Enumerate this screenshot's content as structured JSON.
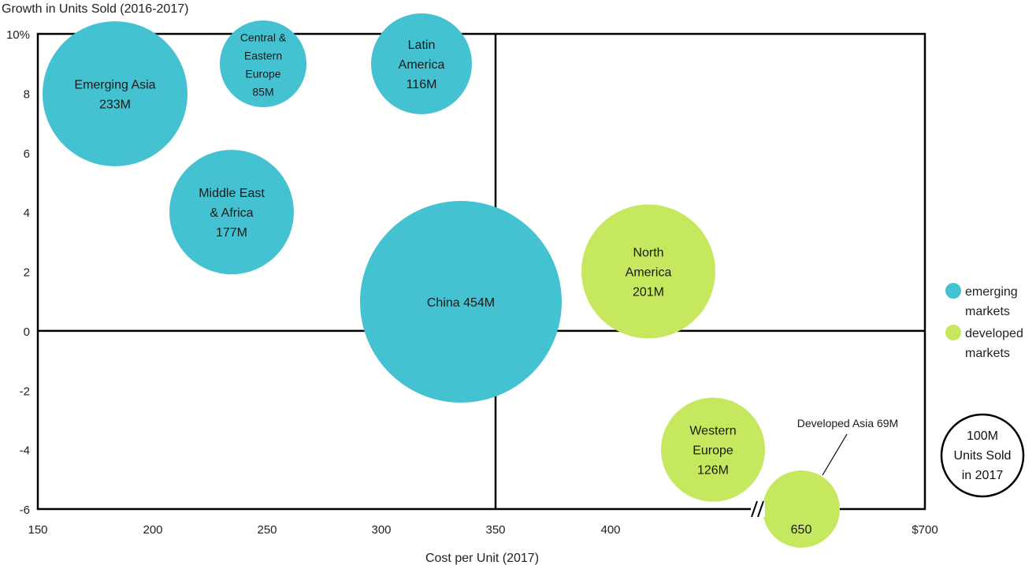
{
  "chart_data": {
    "type": "bubble",
    "y_axis_title": "Growth in Units Sold (2016-2017)",
    "x_axis_title": "Cost per Unit (2017)",
    "x_ticks": [
      "150",
      "200",
      "250",
      "300",
      "350",
      "400",
      "650",
      "$700"
    ],
    "y_ticks": [
      "10%",
      "8",
      "6",
      "4",
      "2",
      "0",
      "-2",
      "-4",
      "-6"
    ],
    "ylim": [
      -6,
      10
    ],
    "x_axis_break": true,
    "colors": {
      "emerging": "#45c2d1",
      "developed": "#c6e85e"
    },
    "bubbles": [
      {
        "name": "Emerging Asia",
        "label_lines": [
          "Emerging Asia",
          "233M"
        ],
        "cost": 182,
        "growth": 8,
        "units_m": 233,
        "group": "emerging"
      },
      {
        "name": "Central & Eastern Europe",
        "label_lines": [
          "Central &",
          "Eastern",
          "Europe",
          "85M"
        ],
        "cost": 249,
        "growth": 9,
        "units_m": 85,
        "group": "emerging"
      },
      {
        "name": "Latin America",
        "label_lines": [
          "Latin",
          "America",
          "116M"
        ],
        "cost": 318,
        "growth": 9,
        "units_m": 116,
        "group": "emerging"
      },
      {
        "name": "Middle East & Africa",
        "label_lines": [
          "Middle East",
          "& Africa",
          "177M"
        ],
        "cost": 235,
        "growth": 4,
        "units_m": 177,
        "group": "emerging"
      },
      {
        "name": "China",
        "label_lines": [
          "China  454M"
        ],
        "cost": 335,
        "growth": 1,
        "units_m": 454,
        "group": "emerging"
      },
      {
        "name": "North America",
        "label_lines": [
          "North",
          "America",
          "201M"
        ],
        "cost": 417,
        "growth": 2,
        "units_m": 201,
        "group": "developed"
      },
      {
        "name": "Western Europe",
        "label_lines": [
          "Western",
          "Europe",
          "126M"
        ],
        "cost": 445,
        "growth": -4,
        "units_m": 126,
        "group": "developed"
      },
      {
        "name": "Developed Asia",
        "label_lines": [
          "650"
        ],
        "callout": "Developed Asia  69M",
        "cost": 650,
        "growth": -6,
        "units_m": 69,
        "group": "developed"
      }
    ],
    "legend": [
      {
        "lines": [
          "emerging",
          "markets"
        ],
        "group": "emerging"
      },
      {
        "lines": [
          "developed",
          "markets"
        ],
        "group": "developed"
      }
    ],
    "size_reference": {
      "lines": [
        "100M",
        "Units Sold",
        "in 2017"
      ],
      "units_m": 100
    }
  }
}
